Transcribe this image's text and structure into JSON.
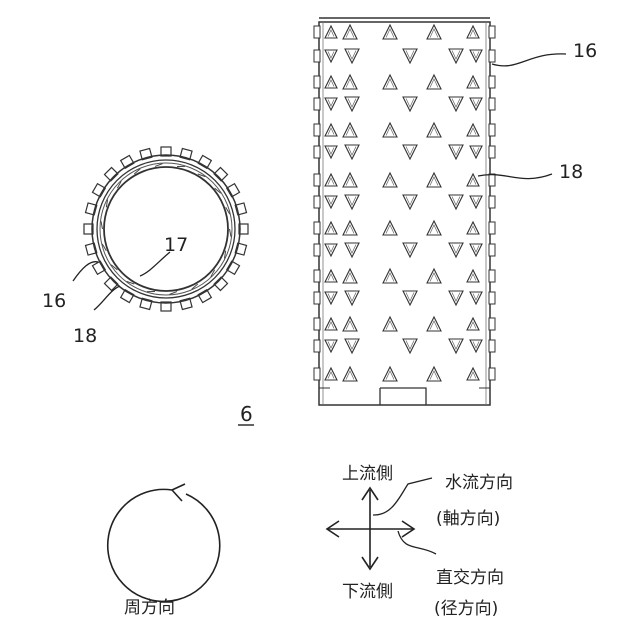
{
  "figure": {
    "number": "6",
    "ring_view": {
      "labels": {
        "label_16": "16",
        "label_18": "18",
        "label_17": "17"
      }
    },
    "side_view": {
      "labels": {
        "label_16": "16",
        "label_18": "18"
      }
    },
    "direction_legend": {
      "upstream": "上流側",
      "water_flow": "水流方向",
      "axial": "(軸方向)",
      "downstream": "下流側",
      "orthogonal": "直交方向",
      "radial": "(径方向)",
      "circumferential": "周方向"
    }
  }
}
